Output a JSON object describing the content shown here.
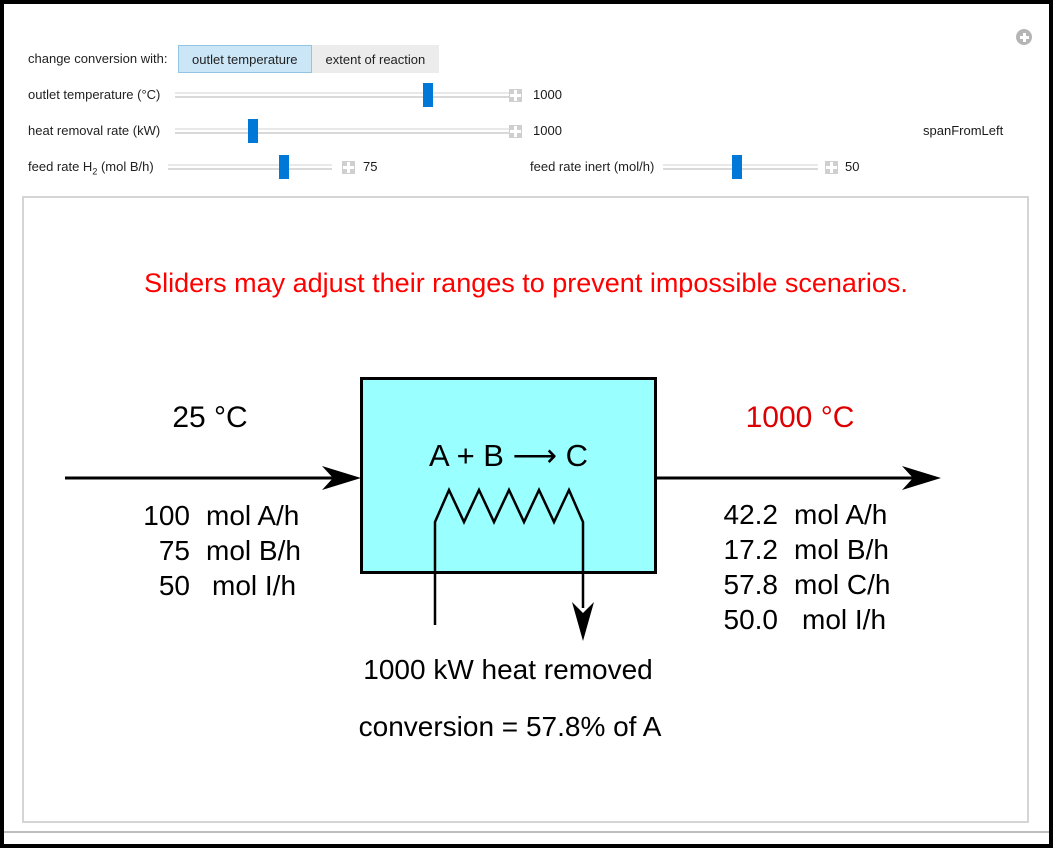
{
  "window": {
    "corner_icon": "circle-plus-icon"
  },
  "controls": {
    "setter_label": "change conversion with:",
    "setter_options": [
      {
        "label": "outlet temperature",
        "selected": true
      },
      {
        "label": "extent of reaction",
        "selected": false
      }
    ],
    "sliders": [
      {
        "label": "outlet temperature (°C)",
        "value": "1000"
      },
      {
        "label": "heat removal rate (kW)",
        "value": "1000"
      },
      {
        "label_prefix": "feed rate H",
        "label_sub": "2",
        "label_suffix": " (mol B/h)",
        "value": "75"
      },
      {
        "label": "feed rate inert (mol/h)",
        "value": "50"
      }
    ],
    "span_note": "spanFromLeft"
  },
  "diagram": {
    "warning": "Sliders may adjust their ranges to prevent impossible scenarios.",
    "inlet_temp": "25 °C",
    "outlet_temp": "1000 °C",
    "reaction": "A + B ⟶ C",
    "inlet_streams": [
      {
        "num": "100",
        "unit": "mol A/h"
      },
      {
        "num": "75",
        "unit": "mol B/h"
      },
      {
        "num": "50",
        "unit": "mol I/h"
      }
    ],
    "outlet_streams": [
      {
        "num": "42.2",
        "unit": "mol A/h"
      },
      {
        "num": "17.2",
        "unit": "mol B/h"
      },
      {
        "num": "57.8",
        "unit": "mol C/h"
      },
      {
        "num": "50.0",
        "unit": "mol I/h"
      }
    ],
    "heat_label": "1000 kW heat removed",
    "conversion_label": "conversion = 57.8% of A",
    "colors": {
      "reactor_fill": "#99ffff",
      "warning_red": "#ff0000",
      "outlet_red": "#dd0000",
      "slider_blue": "#0078d7"
    }
  }
}
